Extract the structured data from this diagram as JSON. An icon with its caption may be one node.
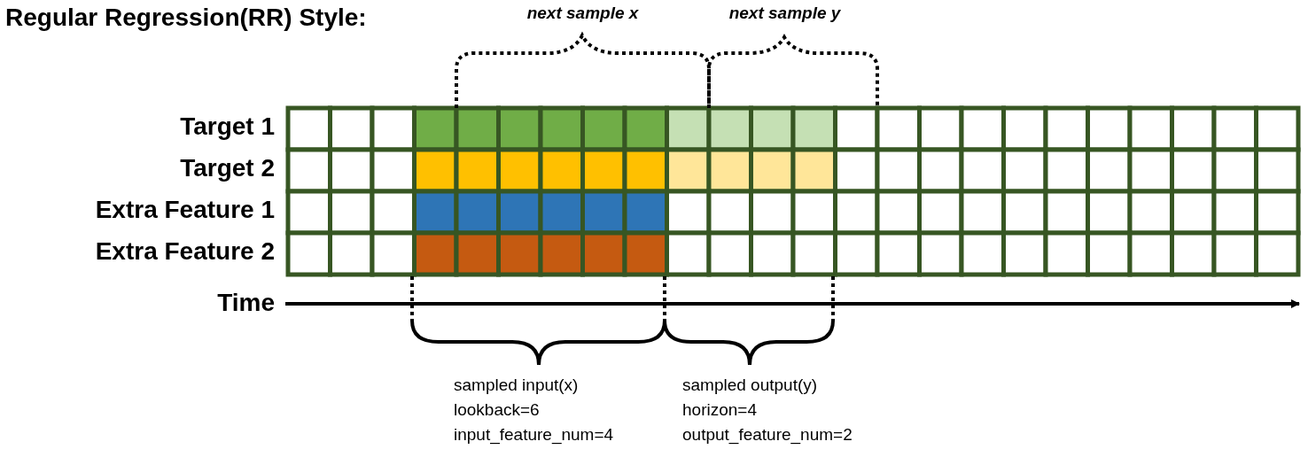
{
  "diagram": {
    "title": "Regular Regression(RR) Style:",
    "labels": [
      "next sample x",
      "next sample y",
      "Target 1",
      "Target 2",
      "Extra Feature 1",
      "Extra Feature 2",
      "Time",
      "sampled input(x)",
      "sampled output(y)",
      "lookback=6",
      "horizon=4",
      "input_feature_num=4",
      "output_feature_num=2"
    ]
  }
}
